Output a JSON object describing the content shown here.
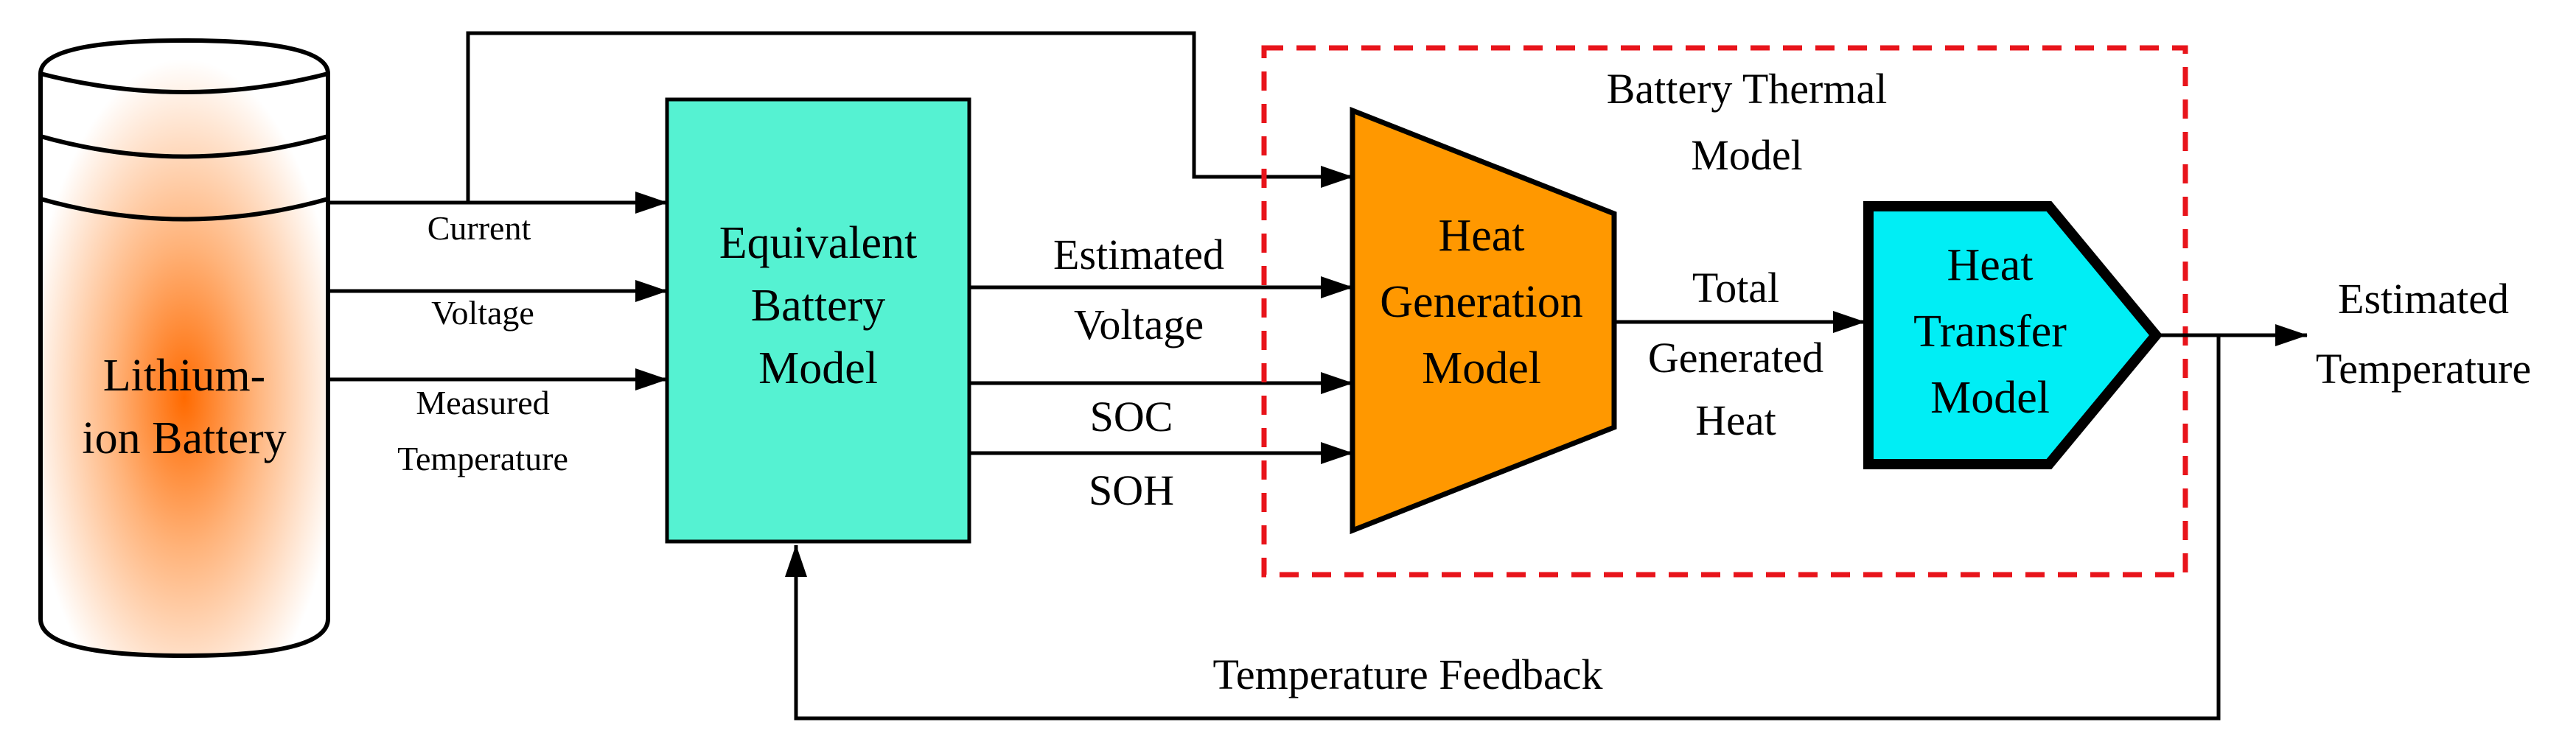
{
  "colors": {
    "battery_glow": "#ff6a00",
    "equivalent_model_fill": "#55f2d2",
    "heat_generation_fill": "#ff9800",
    "heat_transfer_fill": "#00eef5",
    "thermal_boundary": "#e8141b",
    "line": "#000000"
  },
  "battery": {
    "line1": "Lithium-",
    "line2": "ion Battery"
  },
  "inputs": {
    "current": "Current",
    "voltage": "Voltage",
    "measured_line1": "Measured",
    "measured_line2": "Temperature"
  },
  "equivalent_model": {
    "line1": "Equivalent",
    "line2": "Battery",
    "line3": "Model"
  },
  "outputs": {
    "estimated_line1": "Estimated",
    "estimated_line2": "Voltage",
    "soc": "SOC",
    "soh": "SOH"
  },
  "thermal_model": {
    "line1": "Battery Thermal",
    "line2": "Model"
  },
  "heat_generation": {
    "line1": "Heat",
    "line2": "Generation",
    "line3": "Model"
  },
  "generated_heat": {
    "line1": "Total",
    "line2": "Generated",
    "line3": "Heat"
  },
  "heat_transfer": {
    "line1": "Heat",
    "line2": "Transfer",
    "line3": "Model"
  },
  "result": {
    "line1": "Estimated",
    "line2": "Temperature"
  },
  "feedback": {
    "label": "Temperature Feedback"
  }
}
